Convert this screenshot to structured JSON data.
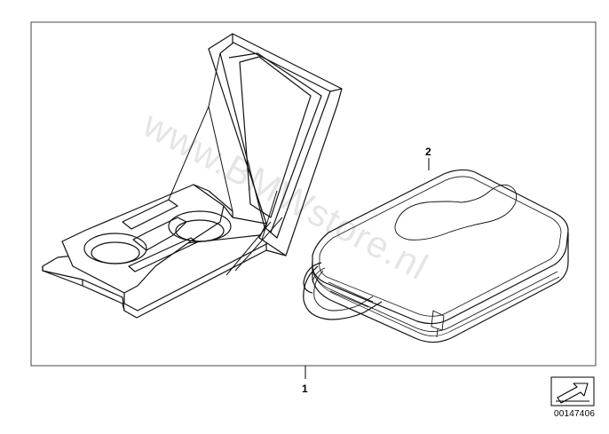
{
  "diagram": {
    "callouts": [
      {
        "id": "1",
        "label": "1"
      },
      {
        "id": "2",
        "label": "2"
      }
    ],
    "watermark": "www.BMWstore.nl",
    "document_number": "00147406",
    "icon": "arrow-symbol-icon"
  }
}
